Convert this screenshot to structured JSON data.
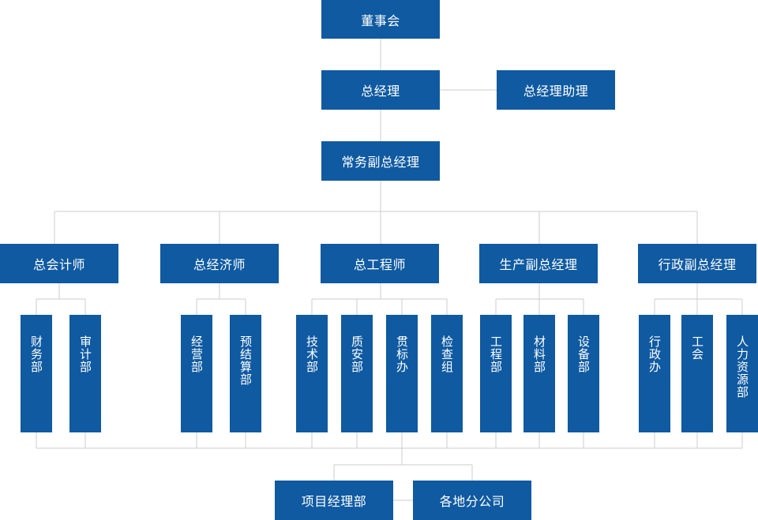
{
  "board": "董事会",
  "gm": "总经理",
  "gm_assistant": "总经理助理",
  "exec_vp": "常务副总经理",
  "chiefs": [
    {
      "label": "总会计师",
      "depts": [
        "财务部",
        "审计部"
      ]
    },
    {
      "label": "总经济师",
      "depts": [
        "经营部",
        "预结算部"
      ]
    },
    {
      "label": "总工程师",
      "depts": [
        "技术部",
        "质安部",
        "贯标办",
        "检查组"
      ]
    },
    {
      "label": "生产副总经理",
      "depts": [
        "工程部",
        "材料部",
        "设备部"
      ]
    },
    {
      "label": "行政副总经理",
      "depts": [
        "行政办",
        "工会",
        "人力资源部"
      ]
    }
  ],
  "bottom": {
    "project": "项目经理部",
    "branches": "各地分公司"
  },
  "colors": {
    "box": "#0f5aa1",
    "line": "#cccccc",
    "text": "#ffffff"
  }
}
